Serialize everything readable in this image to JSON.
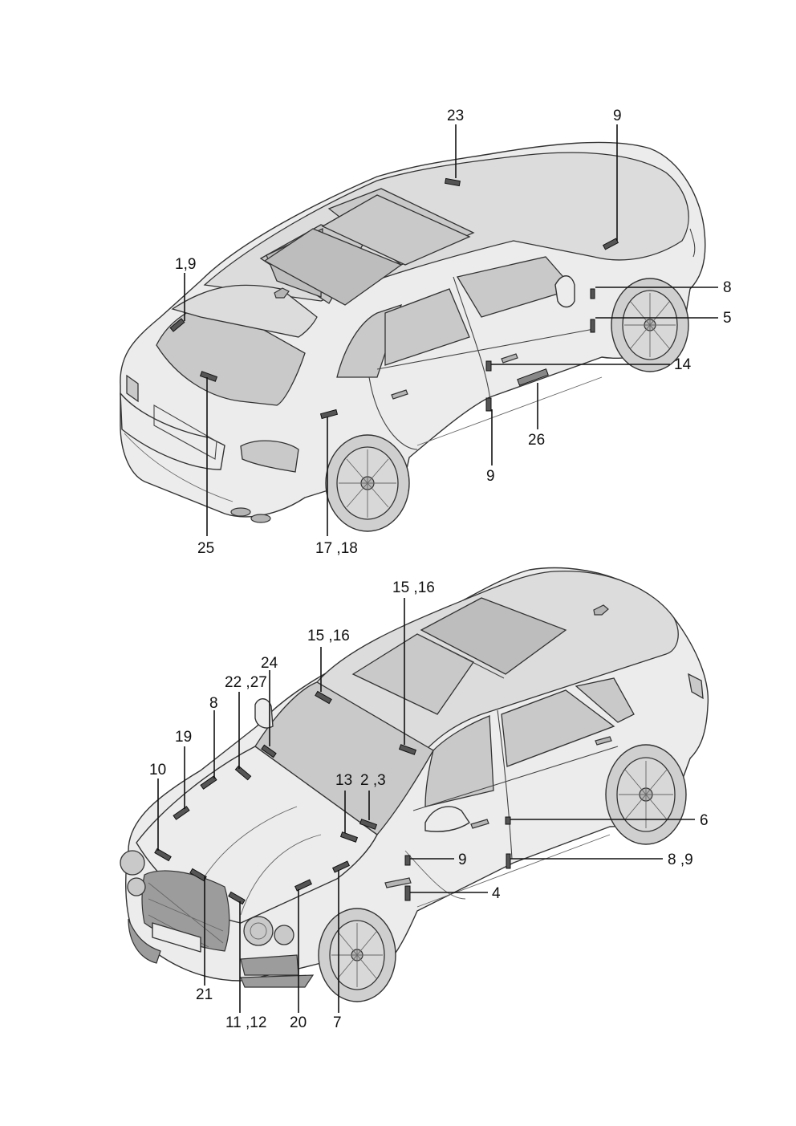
{
  "callouts_top": {
    "c23": "23",
    "c9_roof": "9",
    "c1_9": "1,9",
    "c8": "8",
    "c5": "5",
    "c14": "14",
    "c26": "26",
    "c9_door": "9",
    "c25": "25",
    "c17_18": "17 ,18"
  },
  "callouts_bottom": {
    "c15_16_right": "15 ,16",
    "c15_16_left": "15 ,16",
    "c24": "24",
    "c22_27": "22 ,27",
    "c8_hood": "8",
    "c19": "19",
    "c10": "10",
    "c13": "13",
    "c2_3": "2 ,3",
    "c6": "6",
    "c9_fender": "9",
    "c8_9": "8 ,9",
    "c4": "4",
    "c21": "21",
    "c11_12": "11 ,12",
    "c20": "20",
    "c7": "7"
  }
}
